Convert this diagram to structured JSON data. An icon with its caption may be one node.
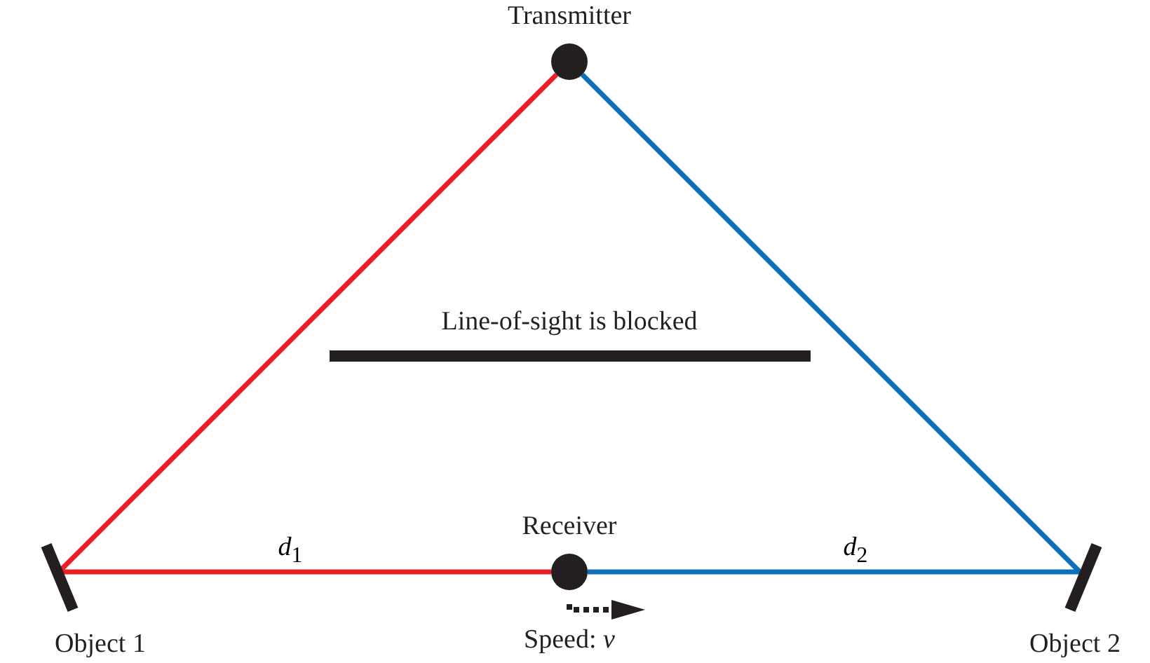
{
  "diagram": {
    "nodes": [
      {
        "text": [
          "Transmitter"
        ]
      },
      {
        "text": [
          "Line-of-sight is blocked"
        ]
      },
      {
        "text": [
          "Object 1"
        ]
      },
      {
        "text": [
          "Receiver"
        ],
        "beside": [
          "Speed: *v*"
        ]
      },
      {
        "text": [
          "Object 2"
        ]
      }
    ],
    "edges": [
      {
        "from": 0,
        "to": 2,
        "arrow": "none",
        "color": "#ee1c25"
      },
      {
        "from": 2,
        "to": 3,
        "arrow": "none",
        "color": "#ee1c25",
        "label": "*d*$_{1}$"
      },
      {
        "from": 0,
        "to": 4,
        "arrow": "none",
        "color": "#0c6fba"
      },
      {
        "from": 4,
        "to": 3,
        "arrow": "none",
        "color": "#0c6fba",
        "label": "*d*$_{2}$"
      }
    ]
  }
}
